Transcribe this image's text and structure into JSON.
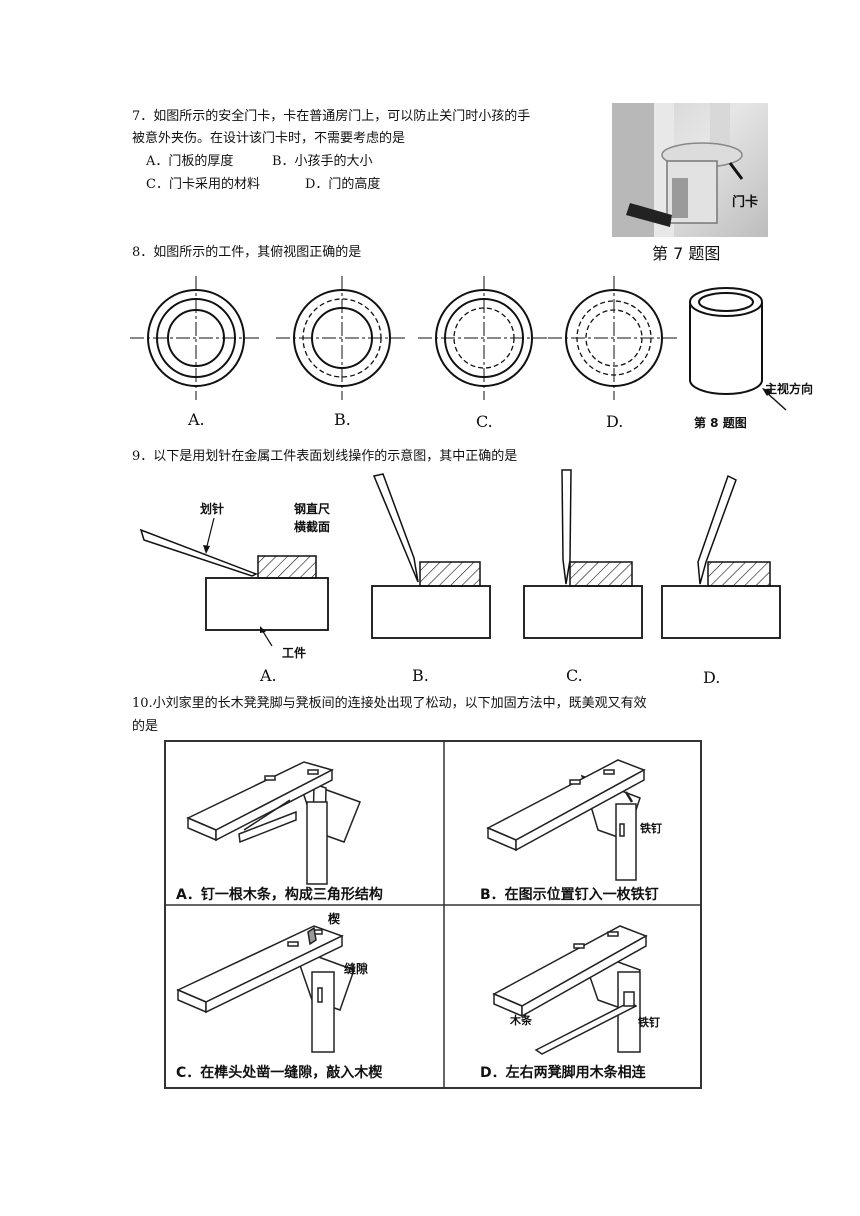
{
  "q7": {
    "line1": "7．如图所示的安全门卡，卡在普通房门上，可以防止关门时小孩的手",
    "line2": "被意外夹伤。在设计该门卡时，不需要考虑的是",
    "optA": "A．门板的厚度",
    "optB": "B．小孩手的大小",
    "optC": "C．门卡采用的材料",
    "optD": "D．门的高度",
    "photo_label": "门卡",
    "caption": "第 7 题图"
  },
  "q8": {
    "text": "8．如图所示的工件，其俯视图正确的是",
    "labels": [
      "A.",
      "B.",
      "C.",
      "D."
    ],
    "view_direction": "主视方向",
    "caption": "第 8 题图"
  },
  "q9": {
    "text": "9．以下是用划针在金属工件表面划线操作的示意图，其中正确的是",
    "scriber": "划针",
    "ruler_line1": "钢直尺",
    "ruler_line2": "横截面",
    "workpiece": "工件",
    "labels": [
      "A.",
      "B.",
      "C.",
      "D."
    ]
  },
  "q10": {
    "line1": "10.小刘家里的长木凳凳脚与凳板间的连接处出现了松动，以下加固方法中，既美观又有效",
    "line2": "的是",
    "capA": "A．钉一根木条，构成三角形结构",
    "capB": "B．在图示位置钉入一枚铁钉",
    "capC": "C．在榫头处凿一缝隙，敲入木楔",
    "capD": "D．左右两凳脚用木条相连",
    "nail": "铁钉",
    "wedge": "楔",
    "gap": "缝隙",
    "strip": "木条",
    "nail2": "铁钉"
  }
}
